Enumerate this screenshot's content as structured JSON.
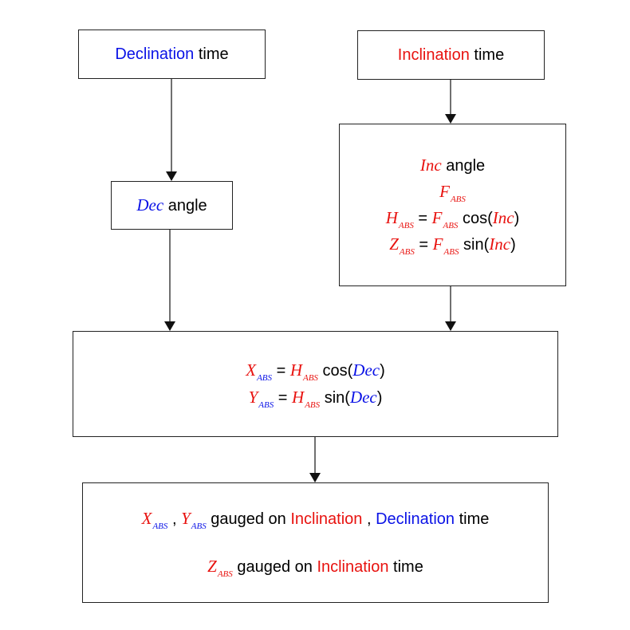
{
  "dec_time_box": {
    "term": "Declination",
    "rest": " time"
  },
  "inc_time_box": {
    "term": "Inclination",
    "rest": " time"
  },
  "dec_angle_box": {
    "var": "Dec",
    "rest": " angle"
  },
  "inc_box": {
    "line1": {
      "var": "Inc",
      "rest": " angle"
    },
    "line2": {
      "var": "F",
      "sub": "ABS"
    },
    "line3": {
      "lhs_var": "H",
      "lhs_sub": "ABS",
      "eq": " = ",
      "rhs_var": "F",
      "rhs_sub": "ABS",
      "func": " cos(",
      "arg": "Inc",
      "close": ")"
    },
    "line4": {
      "lhs_var": "Z",
      "lhs_sub": "ABS",
      "eq": " = ",
      "rhs_var": "F",
      "rhs_sub": "ABS",
      "func": " sin(",
      "arg": "Inc",
      "close": ")"
    }
  },
  "xy_box": {
    "line1": {
      "lhs_var": "X",
      "lhs_sub": "ABS",
      "eq": " = ",
      "rhs_var": "H",
      "rhs_sub": "ABS",
      "func": " cos(",
      "arg": "Dec",
      "close": ")"
    },
    "line2": {
      "lhs_var": "Y",
      "lhs_sub": "ABS",
      "eq": " = ",
      "rhs_var": "H",
      "rhs_sub": "ABS",
      "func": " sin(",
      "arg": "Dec",
      "close": ")"
    }
  },
  "result_box": {
    "line1": {
      "x_var": "X",
      "x_sub": "ABS",
      "sep": " , ",
      "y_var": "Y",
      "y_sub": "ABS",
      "mid": " gauged on ",
      "inc": "Inclination",
      "comma": " , ",
      "dec": "Declination",
      "end": " time"
    },
    "line2": {
      "z_var": "Z",
      "z_sub": "ABS",
      "mid": " gauged on ",
      "inc": "Inclination",
      "end": " time"
    }
  },
  "colors": {
    "inclination": "#e8120f",
    "declination": "#0a12e6",
    "stroke": "#222222"
  }
}
